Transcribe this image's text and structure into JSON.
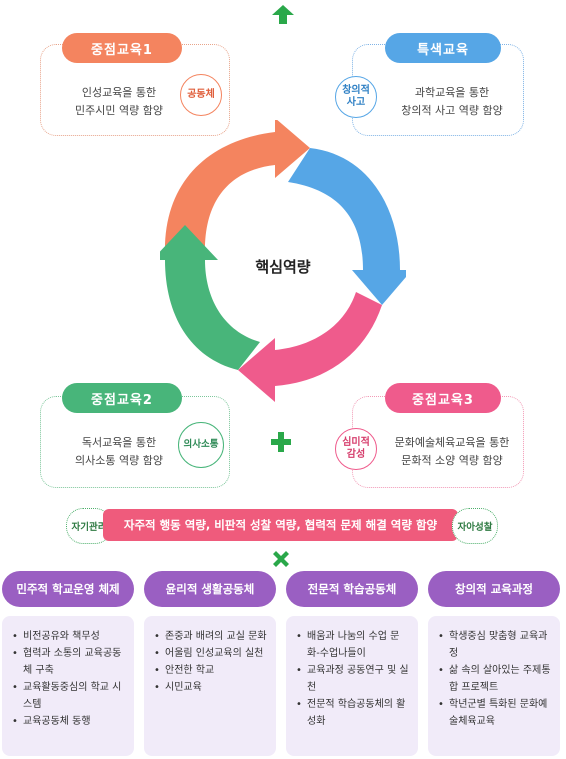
{
  "center": {
    "label": "핵심역량"
  },
  "focus1": {
    "title": "중점교육1",
    "desc": [
      "인성교육을 통한",
      "민주시민 역량 함양"
    ],
    "badge": "공동체"
  },
  "special": {
    "title": "특색교육",
    "desc": [
      "과학교육을 통한",
      "창의적 사고 역량 함양"
    ],
    "badge": [
      "창의적",
      "사고"
    ]
  },
  "focus2": {
    "title": "중점교육2",
    "desc": [
      "독서교육을 통한",
      "의사소통 역량 함양"
    ],
    "badge": "의사소통"
  },
  "focus3": {
    "title": "중점교육3",
    "desc": [
      "문화예술체육교육을 통한",
      "문화적 소양 역량 함양"
    ],
    "badge": [
      "심미적",
      "감성"
    ]
  },
  "banner": {
    "text": "자주적 행동 역량, 비판적 성찰 역량, 협력적 문제 해결 역량 함양",
    "left": "자기관리",
    "right": "자아성찰"
  },
  "columns": [
    {
      "title": "민주적 학교운영 체제",
      "items": [
        "비전공유와 책무성",
        "협력과 소통의 교육공동체 구축",
        "교육활동중심의 학교 시스템",
        "교육공동체 동행"
      ]
    },
    {
      "title": "윤리적 생활공동체",
      "items": [
        "존중과 배려의 교실 문화",
        "어울림 인성교육의 실천",
        "안전한 학교",
        "시민교육"
      ]
    },
    {
      "title": "전문적 학습공동체",
      "items": [
        "배움과 나눔의 수업 문화-수업나들이",
        "교육과정 공동연구 및 실천",
        "전문적 학습공동체의 활성화"
      ]
    },
    {
      "title": "창의적 교육과정",
      "items": [
        "학생중심 맞춤형 교육과정",
        "삶 속의 살아있는 주제통합 프로젝트",
        "학년군별 특화된 문화예술체육교육"
      ]
    }
  ],
  "colors": {
    "orange": "#f4845f",
    "blue": "#56a6e6",
    "pink": "#ef5b8c",
    "green": "#48b57a",
    "purple": "#9a5fc2",
    "symbol": "#2aa84a"
  }
}
